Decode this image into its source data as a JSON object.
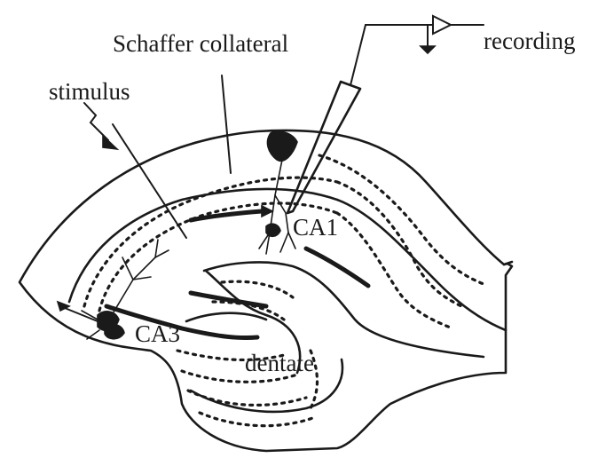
{
  "labels": {
    "schaffer": "Schaffer collateral",
    "recording": "recording",
    "stimulus": "stimulus",
    "ca1": "CA1",
    "ca3": "CA3",
    "dentate": "dentate"
  },
  "colors": {
    "ink": "#1a1a1a",
    "background": "#ffffff"
  }
}
